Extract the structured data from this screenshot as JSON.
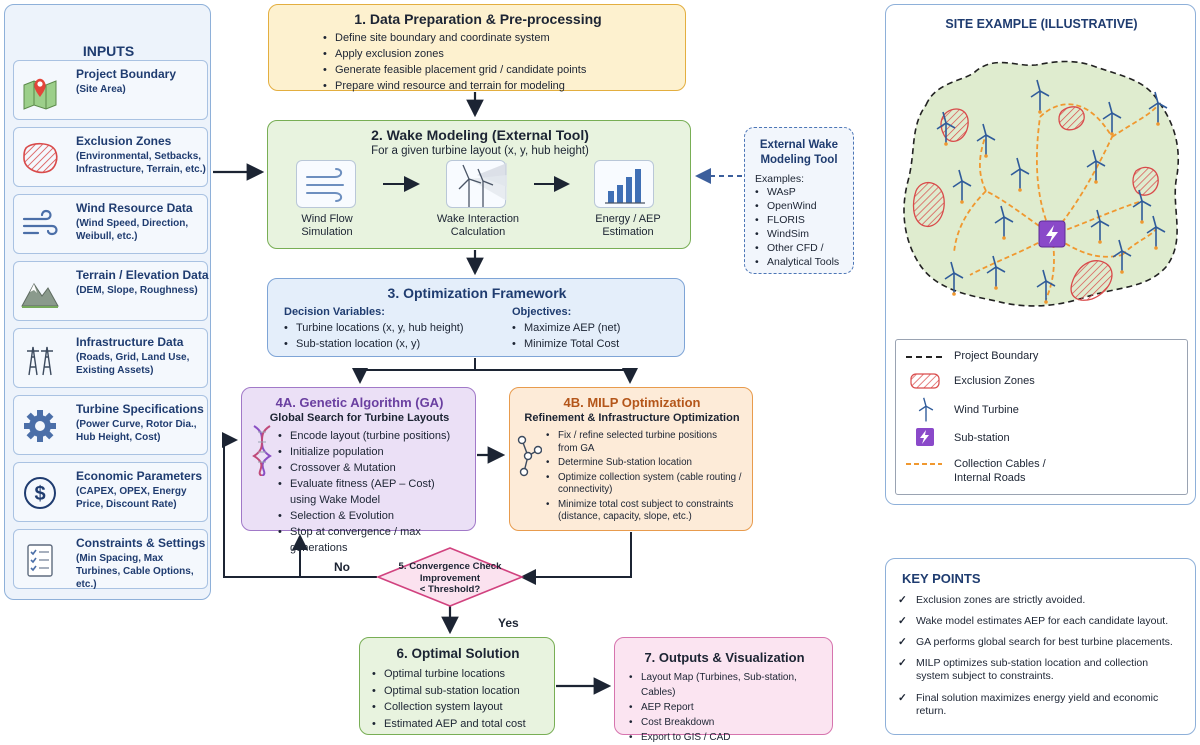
{
  "inputs": {
    "title": "INPUTS",
    "items": [
      {
        "title": "Project Boundary",
        "sub": "(Site Area)",
        "icon": "map-pin-icon"
      },
      {
        "title": "Exclusion Zones",
        "sub": "(Environmental, Setbacks, Infrastructure, Terrain, etc.)",
        "icon": "hatched-zone-icon"
      },
      {
        "title": "Wind Resource Data",
        "sub": "(Wind Speed, Direction, Weibull, etc.)",
        "icon": "wind-icon"
      },
      {
        "title": "Terrain / Elevation Data",
        "sub": "(DEM, Slope, Roughness)",
        "icon": "mountain-icon"
      },
      {
        "title": "Infrastructure Data",
        "sub": "(Roads, Grid, Land Use, Existing Assets)",
        "icon": "pylon-icon"
      },
      {
        "title": "Turbine Specifications",
        "sub": "(Power Curve, Rotor Dia., Hub Height, Cost)",
        "icon": "gear-icon"
      },
      {
        "title": "Economic Parameters",
        "sub": "(CAPEX, OPEX, Energy Price, Discount Rate)",
        "icon": "dollar-icon"
      },
      {
        "title": "Constraints & Settings",
        "sub": "(Min Spacing, Max Turbines, Cable Options, etc.)",
        "icon": "checklist-icon"
      }
    ]
  },
  "step1": {
    "title": "1. Data Preparation & Pre-processing",
    "bullets": [
      "Define site boundary and coordinate system",
      "Apply exclusion zones",
      "Generate feasible placement grid / candidate points",
      "Prepare wind resource and terrain for modeling"
    ]
  },
  "step2": {
    "title": "2. Wake Modeling (External Tool)",
    "subtitle": "For a given turbine layout (x, y, hub height)",
    "stages": [
      {
        "line1": "Wind Flow",
        "line2": "Simulation"
      },
      {
        "line1": "Wake Interaction",
        "line2": "Calculation"
      },
      {
        "line1": "Energy / AEP",
        "line2": "Estimation"
      }
    ]
  },
  "external_tool": {
    "title_line1": "External Wake",
    "title_line2": "Modeling Tool",
    "examples_label": "Examples:",
    "examples": [
      "WAsP",
      "OpenWind",
      "FLORIS",
      "WindSim",
      "Other CFD /",
      "Analytical Tools"
    ]
  },
  "step3": {
    "title": "3. Optimization Framework",
    "dv_label": "Decision Variables:",
    "dv": [
      "Turbine locations (x, y, hub height)",
      "Sub-station location (x, y)"
    ],
    "obj_label": "Objectives:",
    "obj": [
      "Maximize AEP (net)",
      "Minimize Total Cost"
    ]
  },
  "step4a": {
    "title": "4A. Genetic Algorithm (GA)",
    "subtitle": "Global Search for Turbine Layouts",
    "bullets": [
      "Encode layout (turbine positions)",
      "Initialize population",
      "Crossover & Mutation",
      "Evaluate fitness (AEP – Cost)",
      "Selection & Evolution",
      "Stop at convergence / max generations"
    ],
    "bullet4_cont": "using Wake Model"
  },
  "step4b": {
    "title": "4B. MILP Optimization",
    "subtitle": "Refinement & Infrastructure Optimization",
    "bullets": [
      {
        "l1": "Fix / refine selected turbine positions",
        "l2": "from GA"
      },
      {
        "l1": "Determine Sub-station location",
        "l2": ""
      },
      {
        "l1": "Optimize collection system (cable routing /",
        "l2": "connectivity)"
      },
      {
        "l1": "Minimize total cost subject to constraints",
        "l2": "(distance, capacity, slope, etc.)"
      }
    ]
  },
  "step5": {
    "line1": "5. Convergence Check",
    "line2": "Improvement",
    "line3": "< Threshold?",
    "no_label": "No",
    "yes_label": "Yes"
  },
  "step6": {
    "title": "6. Optimal Solution",
    "bullets": [
      "Optimal turbine locations",
      "Optimal sub-station location",
      "Collection system layout",
      "Estimated AEP and total cost"
    ]
  },
  "step7": {
    "title": "7. Outputs & Visualization",
    "bullets": [
      "Layout Map (Turbines, Sub-station, Cables)",
      "AEP Report",
      "Cost Breakdown",
      "Export to GIS / CAD"
    ]
  },
  "site_example": {
    "title": "SITE EXAMPLE (ILLUSTRATIVE)",
    "legend": [
      "Project Boundary",
      "Exclusion Zones",
      "Wind Turbine",
      "Sub-station",
      "Collection Cables /",
      "Internal Roads"
    ]
  },
  "key_points": {
    "title": "KEY POINTS",
    "items": [
      {
        "l1": "Exclusion zones are strictly avoided.",
        "l2": ""
      },
      {
        "l1": "Wake model estimates AEP for each candidate layout.",
        "l2": ""
      },
      {
        "l1": "GA performs global search for best turbine placements.",
        "l2": ""
      },
      {
        "l1": "MILP optimizes sub-station location and collection",
        "l2": "system subject to constraints."
      },
      {
        "l1": "Final solution maximizes energy yield and economic",
        "l2": "return."
      }
    ],
    "check": "✓"
  },
  "colors": {
    "navy": "#1f3c70",
    "green_border": "#78ae55",
    "orange_cable": "#f0982f",
    "exclusion_red": "#d94a4a",
    "substation_purple": "#8a49c9"
  }
}
